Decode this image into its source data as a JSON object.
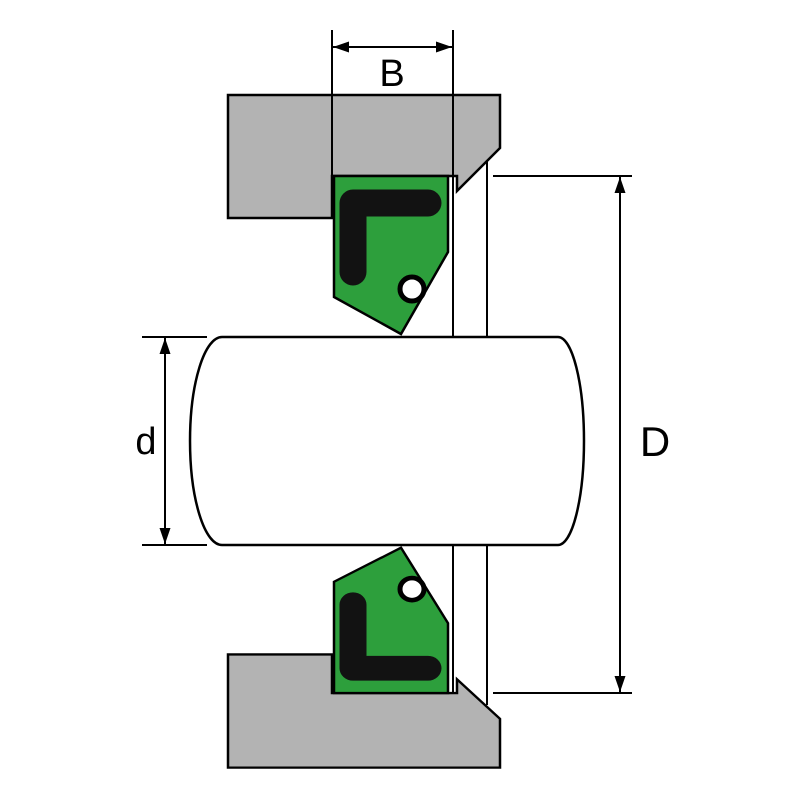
{
  "labels": {
    "seal_width": "B",
    "shaft_diameter": "d",
    "housing_bore_diameter": "D"
  },
  "colors": {
    "background": "#ffffff",
    "outline": "#000000",
    "housing_gray": "#b3b3b3",
    "seal_green": "#2d9f3c",
    "insert_black": "#121212",
    "shaft_white": "#ffffff",
    "spring_white": "#ffffff"
  }
}
